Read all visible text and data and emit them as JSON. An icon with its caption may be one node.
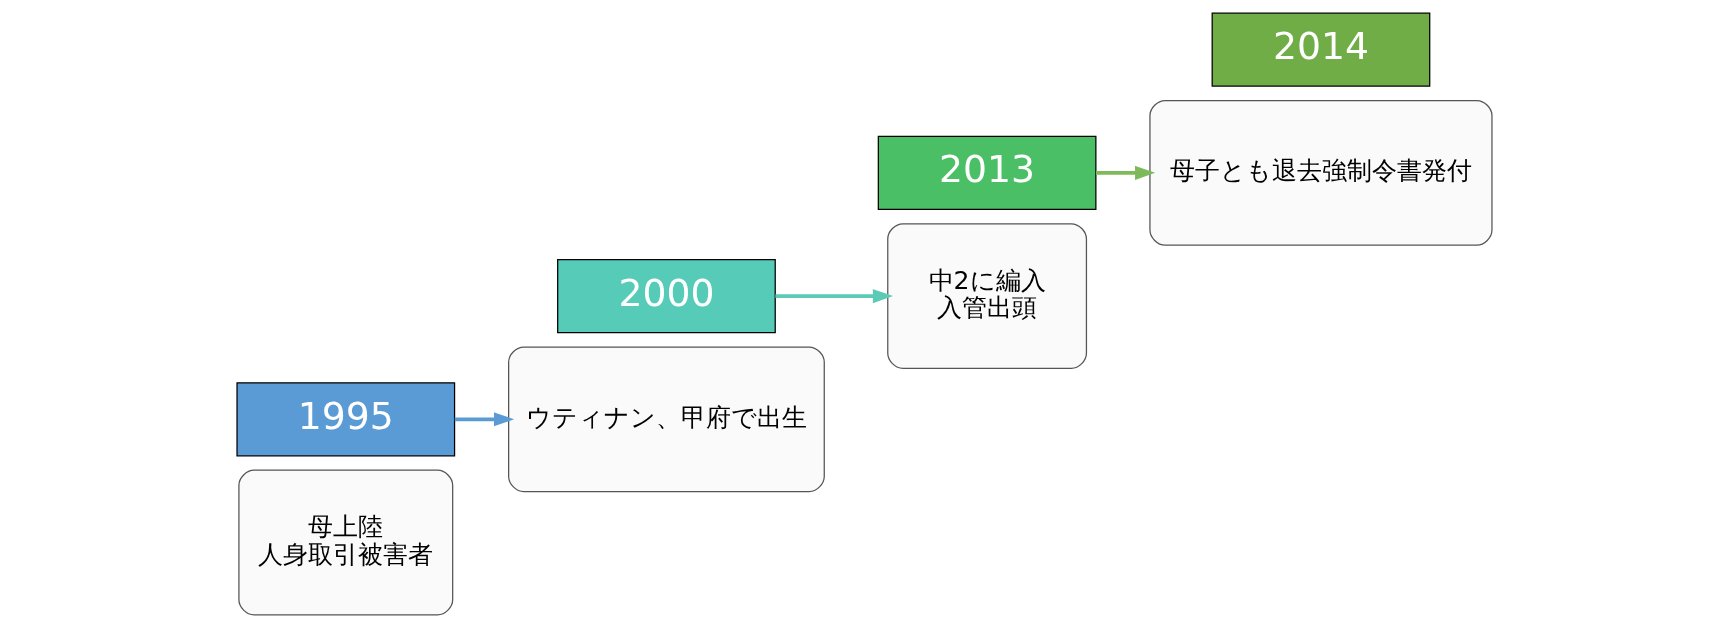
{
  "diagram": {
    "nodes": [
      {
        "text": [
          "母上陸",
          "人身取引被害者"
        ]
      },
      {
        "text": [
          "1995"
        ]
      },
      {
        "text": [
          "ウティナン、甲府で出生"
        ]
      },
      {
        "text": [
          "2000"
        ]
      },
      {
        "text": [
          "中2に編入",
          "入管出頭"
        ]
      },
      {
        "text": [
          "2013"
        ]
      },
      {
        "text": [
          "母子とも退去強制令書発付"
        ]
      },
      {
        "text": [
          "2014"
        ]
      }
    ],
    "edges": [
      {
        "from": 1,
        "to": 2,
        "arrow": "to",
        "color": "#5b9bd5"
      },
      {
        "from": 3,
        "to": 4,
        "arrow": "to",
        "color": "#5ccbb5"
      },
      {
        "from": 5,
        "to": 6,
        "arrow": "to",
        "color": "#7fba5a"
      }
    ]
  }
}
